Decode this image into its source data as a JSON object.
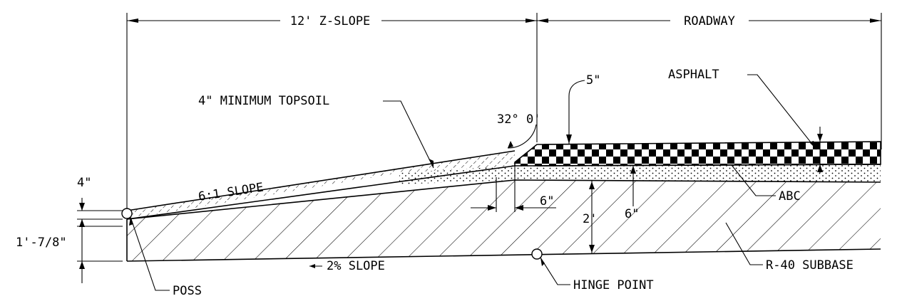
{
  "labels": {
    "z_slope": "12' Z-SLOPE",
    "roadway": "ROADWAY",
    "topsoil": "4\" MINIMUM TOPSOIL",
    "angle": "32° 0'",
    "five_in": "5\"",
    "asphalt": "ASPHALT",
    "four_in": "4\"",
    "six_one_slope": "6:1 SLOPE",
    "six_in_h": "6\"",
    "six_in_v": "6\"",
    "two_ft": "2'",
    "abc": "ABC",
    "left_dim": "1'-7/8\"",
    "two_pct_slope": "2% SLOPE",
    "poss": "POSS",
    "hinge_point": "HINGE POINT",
    "subbase": "R-40 SUBBASE"
  }
}
